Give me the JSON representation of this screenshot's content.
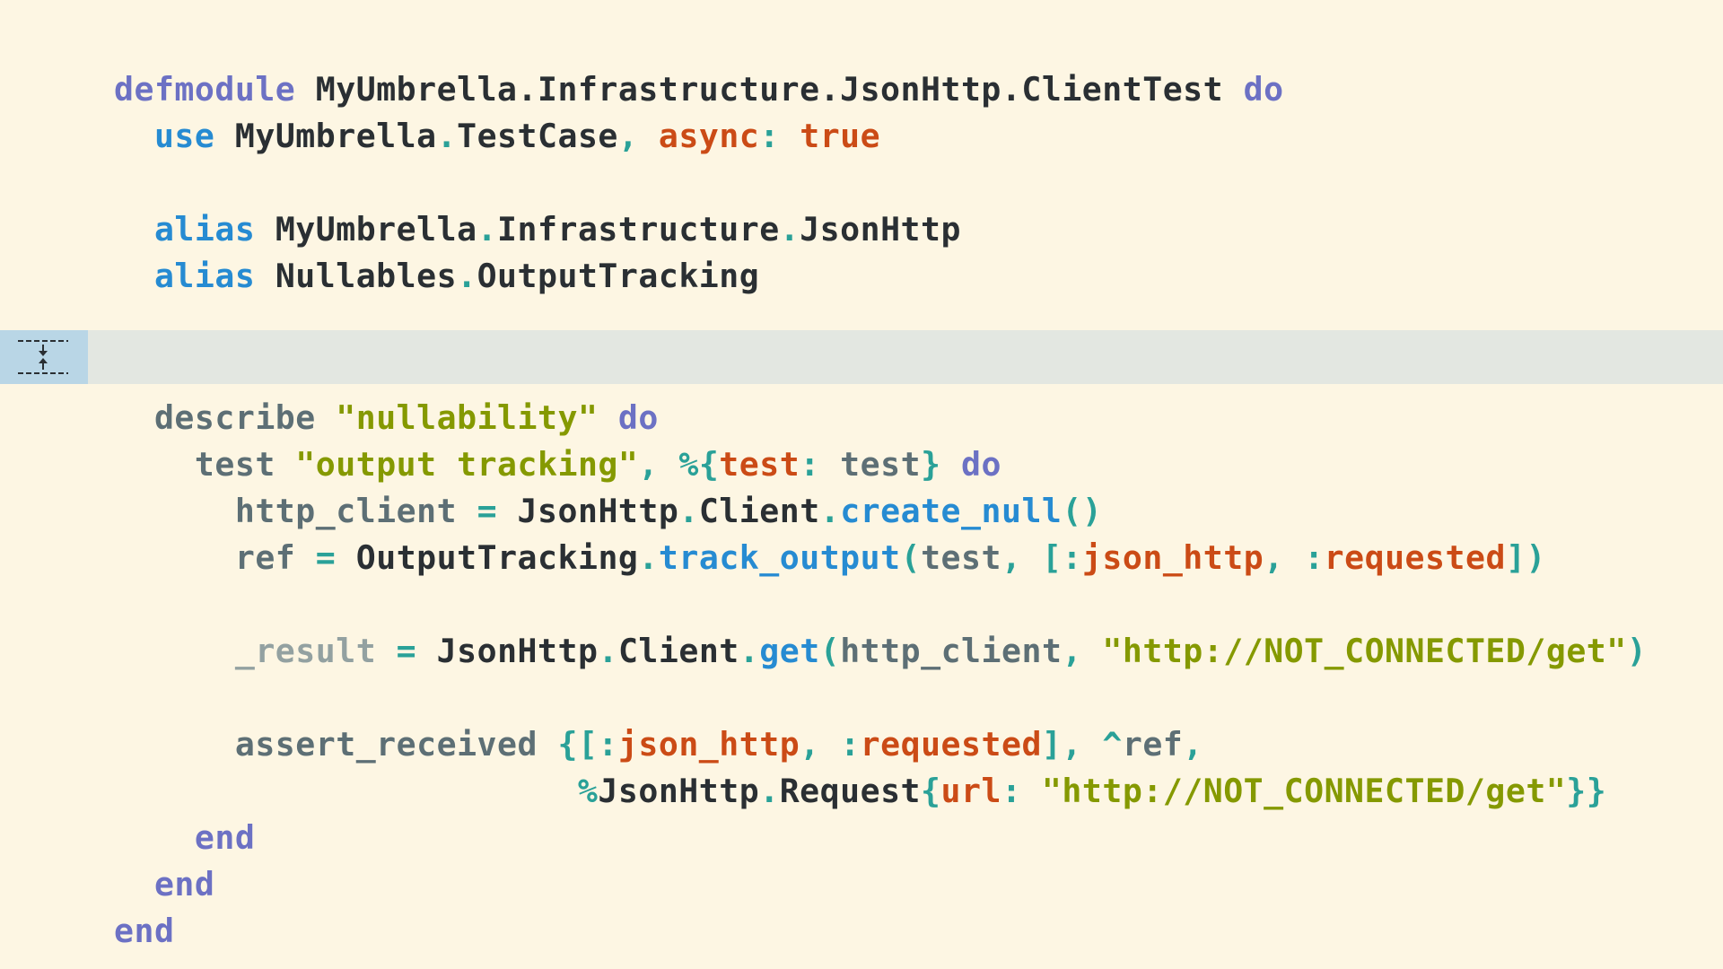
{
  "editor": {
    "theme": {
      "background": "#fdf6e3",
      "fold_band": "#e3e7e1",
      "fold_gutter": "#b9d6e6",
      "keyword": "#6c71c4",
      "builtin": "#268bd2",
      "module": "#2a2f33",
      "punctuation": "#2aa198",
      "atom": "#cb4b16",
      "string": "#859900",
      "variable": "#5d6f75"
    },
    "fold_icon": "unfold-vertical-icon",
    "lines": [
      {
        "indent": "",
        "tokens": [
          {
            "t": "defmodule",
            "c": "kw"
          },
          {
            "t": " ",
            "c": ""
          },
          {
            "t": "MyUmbrella.Infrastructure.JsonHttp.ClientTest",
            "c": "mod"
          },
          {
            "t": " ",
            "c": ""
          },
          {
            "t": "do",
            "c": "kw"
          }
        ]
      },
      {
        "indent": "  ",
        "tokens": [
          {
            "t": "use",
            "c": "bi"
          },
          {
            "t": " ",
            "c": ""
          },
          {
            "t": "MyUmbrella",
            "c": "mod"
          },
          {
            "t": ".",
            "c": "pun"
          },
          {
            "t": "TestCase",
            "c": "mod"
          },
          {
            "t": ",",
            "c": "pun"
          },
          {
            "t": " ",
            "c": ""
          },
          {
            "t": "async",
            "c": "atom"
          },
          {
            "t": ":",
            "c": "pun"
          },
          {
            "t": " ",
            "c": ""
          },
          {
            "t": "true",
            "c": "bool"
          }
        ]
      },
      {
        "indent": "  ",
        "tokens": [
          {
            "t": "alias",
            "c": "bi"
          },
          {
            "t": " ",
            "c": ""
          },
          {
            "t": "MyUmbrella",
            "c": "mod"
          },
          {
            "t": ".",
            "c": "pun"
          },
          {
            "t": "Infrastructure",
            "c": "mod"
          },
          {
            "t": ".",
            "c": "pun"
          },
          {
            "t": "JsonHttp",
            "c": "mod"
          }
        ]
      },
      {
        "indent": "  ",
        "tokens": [
          {
            "t": "alias",
            "c": "bi"
          },
          {
            "t": " ",
            "c": ""
          },
          {
            "t": "Nullables",
            "c": "mod"
          },
          {
            "t": ".",
            "c": "pun"
          },
          {
            "t": "OutputTracking",
            "c": "mod"
          }
        ]
      },
      {
        "indent": "  ",
        "tokens": [
          {
            "t": "describe",
            "c": "mac"
          },
          {
            "t": " ",
            "c": ""
          },
          {
            "t": "\"nullability\"",
            "c": "str"
          },
          {
            "t": " ",
            "c": ""
          },
          {
            "t": "do",
            "c": "kw"
          }
        ]
      },
      {
        "indent": "    ",
        "tokens": [
          {
            "t": "test",
            "c": "mac"
          },
          {
            "t": " ",
            "c": ""
          },
          {
            "t": "\"output tracking\"",
            "c": "str"
          },
          {
            "t": ",",
            "c": "pun"
          },
          {
            "t": " ",
            "c": ""
          },
          {
            "t": "%{",
            "c": "pun"
          },
          {
            "t": "test",
            "c": "atom"
          },
          {
            "t": ":",
            "c": "pun"
          },
          {
            "t": " ",
            "c": ""
          },
          {
            "t": "test",
            "c": "var"
          },
          {
            "t": "}",
            "c": "pun"
          },
          {
            "t": " ",
            "c": ""
          },
          {
            "t": "do",
            "c": "kw"
          }
        ]
      },
      {
        "indent": "      ",
        "tokens": [
          {
            "t": "http_client",
            "c": "var"
          },
          {
            "t": " ",
            "c": ""
          },
          {
            "t": "=",
            "c": "pun"
          },
          {
            "t": " ",
            "c": ""
          },
          {
            "t": "JsonHttp",
            "c": "mod"
          },
          {
            "t": ".",
            "c": "pun"
          },
          {
            "t": "Client",
            "c": "mod"
          },
          {
            "t": ".",
            "c": "pun"
          },
          {
            "t": "create_null",
            "c": "fn"
          },
          {
            "t": "()",
            "c": "pun"
          }
        ]
      },
      {
        "indent": "      ",
        "tokens": [
          {
            "t": "ref",
            "c": "var"
          },
          {
            "t": " ",
            "c": ""
          },
          {
            "t": "=",
            "c": "pun"
          },
          {
            "t": " ",
            "c": ""
          },
          {
            "t": "OutputTracking",
            "c": "mod"
          },
          {
            "t": ".",
            "c": "pun"
          },
          {
            "t": "track_output",
            "c": "fn"
          },
          {
            "t": "(",
            "c": "pun"
          },
          {
            "t": "test",
            "c": "var"
          },
          {
            "t": ",",
            "c": "pun"
          },
          {
            "t": " ",
            "c": ""
          },
          {
            "t": "[",
            "c": "pun"
          },
          {
            "t": ":",
            "c": "pun"
          },
          {
            "t": "json_http",
            "c": "atom"
          },
          {
            "t": ",",
            "c": "pun"
          },
          {
            "t": " ",
            "c": ""
          },
          {
            "t": ":",
            "c": "pun"
          },
          {
            "t": "requested",
            "c": "atom"
          },
          {
            "t": "])",
            "c": "pun"
          }
        ]
      },
      {
        "indent": "      ",
        "tokens": [
          {
            "t": "_result",
            "c": "unused"
          },
          {
            "t": " ",
            "c": ""
          },
          {
            "t": "=",
            "c": "pun"
          },
          {
            "t": " ",
            "c": ""
          },
          {
            "t": "JsonHttp",
            "c": "mod"
          },
          {
            "t": ".",
            "c": "pun"
          },
          {
            "t": "Client",
            "c": "mod"
          },
          {
            "t": ".",
            "c": "pun"
          },
          {
            "t": "get",
            "c": "fn"
          },
          {
            "t": "(",
            "c": "pun"
          },
          {
            "t": "http_client",
            "c": "var"
          },
          {
            "t": ",",
            "c": "pun"
          },
          {
            "t": " ",
            "c": ""
          },
          {
            "t": "\"http://NOT_CONNECTED/get\"",
            "c": "str"
          },
          {
            "t": ")",
            "c": "pun"
          }
        ]
      },
      {
        "indent": "      ",
        "tokens": [
          {
            "t": "assert_received",
            "c": "mac"
          },
          {
            "t": " ",
            "c": ""
          },
          {
            "t": "{[",
            "c": "pun"
          },
          {
            "t": ":",
            "c": "pun"
          },
          {
            "t": "json_http",
            "c": "atom"
          },
          {
            "t": ",",
            "c": "pun"
          },
          {
            "t": " ",
            "c": ""
          },
          {
            "t": ":",
            "c": "pun"
          },
          {
            "t": "requested",
            "c": "atom"
          },
          {
            "t": "],",
            "c": "pun"
          },
          {
            "t": " ",
            "c": ""
          },
          {
            "t": "^",
            "c": "pun"
          },
          {
            "t": "ref",
            "c": "var"
          },
          {
            "t": ",",
            "c": "pun"
          }
        ]
      },
      {
        "indent": "                       ",
        "tokens": [
          {
            "t": "%",
            "c": "pun"
          },
          {
            "t": "JsonHttp",
            "c": "mod"
          },
          {
            "t": ".",
            "c": "pun"
          },
          {
            "t": "Request",
            "c": "mod"
          },
          {
            "t": "{",
            "c": "pun"
          },
          {
            "t": "url",
            "c": "atom"
          },
          {
            "t": ":",
            "c": "pun"
          },
          {
            "t": " ",
            "c": ""
          },
          {
            "t": "\"http://NOT_CONNECTED/get\"",
            "c": "str"
          },
          {
            "t": "}}",
            "c": "pun"
          }
        ]
      },
      {
        "indent": "    ",
        "tokens": [
          {
            "t": "end",
            "c": "kw"
          }
        ]
      },
      {
        "indent": "  ",
        "tokens": [
          {
            "t": "end",
            "c": "kw"
          }
        ]
      },
      {
        "indent": "",
        "tokens": [
          {
            "t": "end",
            "c": "kw"
          }
        ]
      }
    ]
  }
}
